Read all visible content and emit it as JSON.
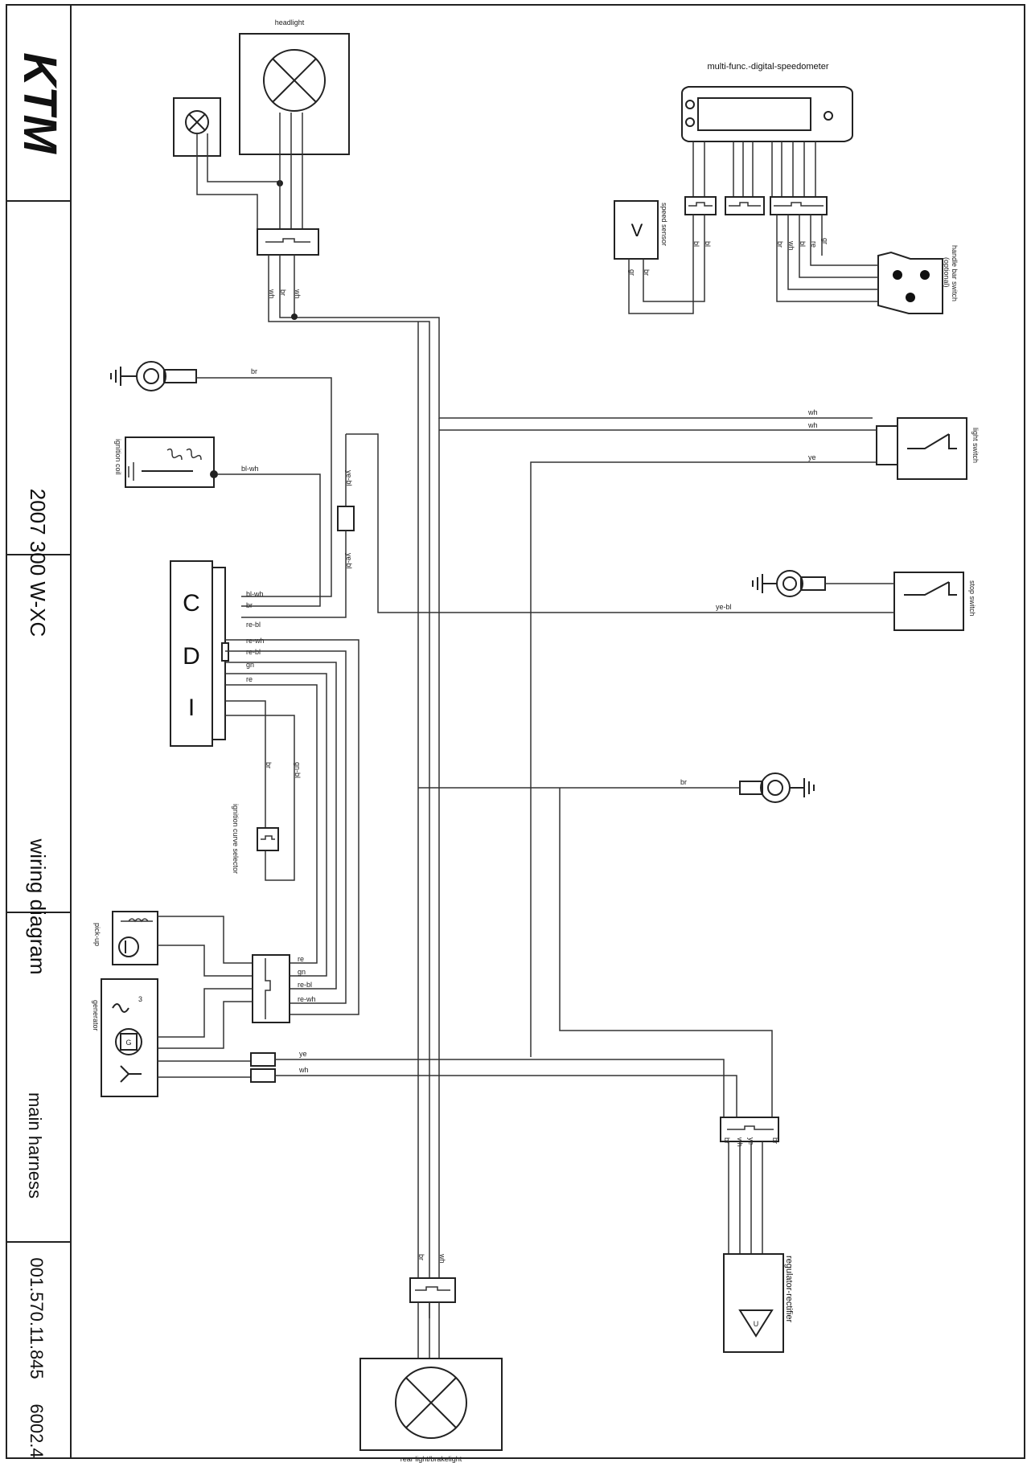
{
  "title_block": {
    "brand": "KTM",
    "model": "2007 300 W-XC",
    "doc_type": "wiring diagram",
    "subtitle": "main harness",
    "part_number": "001.570.11.845",
    "revision": "6002.4"
  },
  "components": {
    "headlight": "headlight",
    "speedometer": "multi-func.-digital-speedometer",
    "speed_sensor": "speed sensor",
    "speed_sensor_symbol": "V",
    "handlebar_switch": "handle bar switch",
    "handlebar_switch_note": "(optional)",
    "ignition_coil": "ignition coil",
    "cdi_c": "C",
    "cdi_d": "D",
    "cdi_i": "I",
    "light_switch": "light switch",
    "stop_switch": "stop switch",
    "ignition_curve_selector": "ignition curve selector",
    "pick_up": "pick-up",
    "generator": "generator",
    "generator_symbol": "G",
    "generator_num": "3",
    "regulator": "regulator-rectifier",
    "regulator_symbol": "U",
    "rear_light": "rear light/brakelight"
  },
  "wire_labels": {
    "hl_wh1": "wh",
    "hl_br": "br",
    "hl_wh2": "wh",
    "ground_top_br": "br",
    "coil_bl_wh": "bl-wh",
    "ye_bl": "ye-bl",
    "ye_bl2": "ye-bl",
    "cdi_bl_wh": "bl-wh",
    "cdi_br": "br",
    "cdi_re_bl": "re-bl",
    "cdi_re_wh": "re-wh",
    "cdi_re_bl2": "re-bl",
    "cdi_gn": "gn",
    "cdi_re": "re",
    "sel_br": "br",
    "sel_gn_bl": "gn-bl",
    "ls_wh1": "wh",
    "ls_wh2": "wh",
    "ls_ye": "ye",
    "stop_ye_bl": "ye-bl",
    "ground_mid_br": "br",
    "pk_re": "re",
    "pk_gn": "gn",
    "pk_re_bl": "re-bl",
    "pk_re_wh": "re-wh",
    "gen_ye": "ye",
    "gen_wh": "wh",
    "reg_br": "br",
    "reg_wh": "wh",
    "reg_ye": "ye",
    "reg_br2": "br",
    "rl_br": "br",
    "rl_wh": "wh",
    "sp_bl1": "bl",
    "sp_bl2": "bl",
    "sp_gr": "gr",
    "sp_br": "br",
    "sp_wh": "wh",
    "sp_bl3": "bl",
    "sp_re": "re",
    "sen_gr": "gr",
    "sen_br": "br"
  }
}
